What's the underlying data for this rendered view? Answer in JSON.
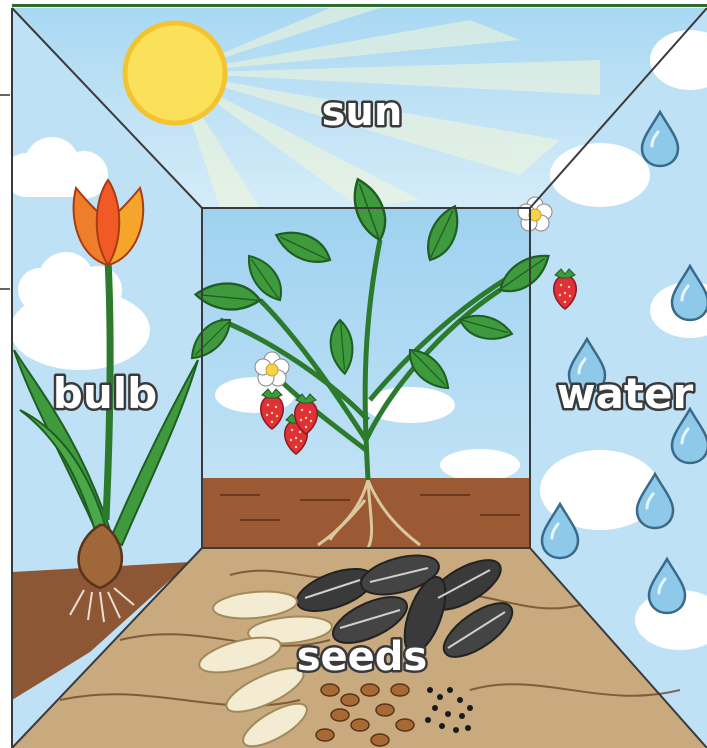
{
  "labels": {
    "sun": "sun",
    "bulb": "bulb",
    "water": "water",
    "seeds": "seeds"
  },
  "colors": {
    "sky": "#bfe3f6",
    "sky_light": "#d8eef9",
    "sun": "#fbe15a",
    "sun_outline": "#f4c430",
    "leaf": "#3e9a3c",
    "leaf_dark": "#1f5e22",
    "soil": "#9b5a34",
    "wood": "#c9a97e",
    "water_drop": "#9fd0ec",
    "frame_top": "#2f6b2f"
  }
}
